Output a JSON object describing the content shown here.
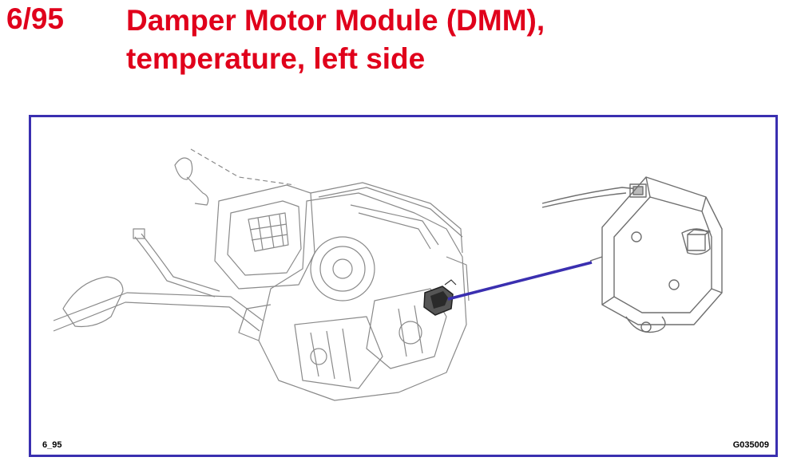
{
  "header": {
    "number": "6/95",
    "title_line1": "Damper Motor Module (DMM),",
    "title_line2": "temperature, left side"
  },
  "figure": {
    "ref_left": "6_95",
    "ref_right": "G035009"
  },
  "colors": {
    "title": "#e0001b",
    "frame": "#3a2fb0",
    "pointer": "#3a2fb0",
    "line_art": "#8a8a8a",
    "highlight": "#333333"
  },
  "icons": {
    "assembly": "hvac-unit-illustration",
    "detail": "damper-motor-illustration"
  }
}
